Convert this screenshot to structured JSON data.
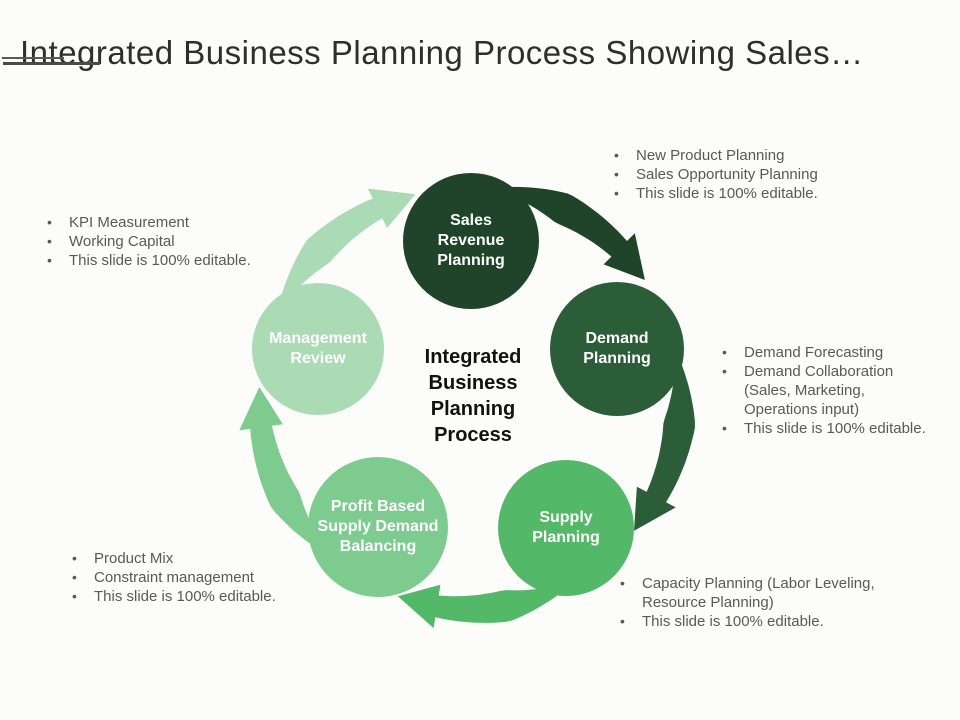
{
  "slide": {
    "title": "Integrated Business Planning Process Showing Sales…"
  },
  "diagram": {
    "center_label": "Integrated Business Planning Process",
    "label_text_color": "#ffffff",
    "nodes": [
      {
        "label": "Sales Revenue Planning",
        "color": "#1f4429"
      },
      {
        "label": "Demand Planning",
        "color": "#2b5d39"
      },
      {
        "label": "Supply Planning",
        "color": "#54b869"
      },
      {
        "label": "Profit Based Supply Demand Balancing",
        "color": "#7ecb90"
      },
      {
        "label": "Management Review",
        "color": "#abdbb4"
      }
    ],
    "flow": "clockwise"
  },
  "annotations": {
    "bullet_glyph": "•",
    "text_color": "#595959",
    "sales": {
      "items": [
        "New Product Planning",
        "Sales Opportunity Planning",
        "This slide is 100% editable."
      ]
    },
    "demand": {
      "items": [
        "Demand Forecasting",
        "Demand Collaboration (Sales, Marketing, Operations input)",
        "This slide is 100% editable."
      ]
    },
    "supply": {
      "items": [
        "Capacity Planning (Labor Leveling, Resource Planning)",
        "This slide is 100% editable."
      ]
    },
    "profit": {
      "items": [
        "Product Mix",
        "Constraint management",
        "This slide is 100% editable."
      ]
    },
    "management": {
      "items": [
        "KPI Measurement",
        "Working Capital",
        "This slide is 100% editable."
      ]
    }
  }
}
